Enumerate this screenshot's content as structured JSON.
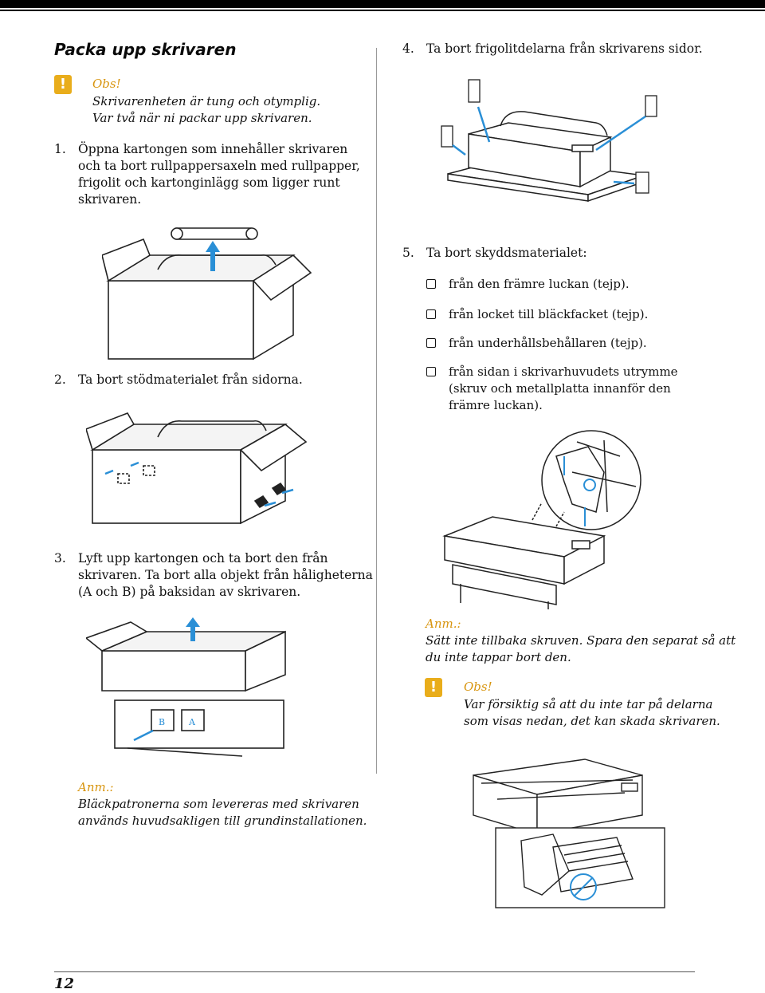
{
  "title": "Packa upp skrivaren",
  "obs_label": "Obs!",
  "anm_label": "Anm.:",
  "warning1": {
    "lines": [
      "Skrivarenheten är tung och otymplig.",
      "Var två när ni packar upp skrivaren."
    ]
  },
  "step1": {
    "num": "1.",
    "lines": [
      "Öppna kartongen som innehåller skrivaren",
      "och ta bort rullpappersaxeln med rullpapper,",
      "frigolit och kartonginlägg som ligger runt",
      "skrivaren."
    ]
  },
  "step2": {
    "num": "2.",
    "lines": [
      "Ta bort stödmaterialet från sidorna."
    ]
  },
  "step3": {
    "num": "3.",
    "lines": [
      "Lyft upp kartongen och ta bort den från",
      "skrivaren. Ta bort alla objekt från håligheterna",
      "(A och B) på baksidan av skrivaren."
    ],
    "hole_a": "A",
    "hole_b": "B"
  },
  "note1": {
    "lines": [
      "Bläckpatronerna som levereras med skrivaren",
      "används huvudsakligen till grundinstallationen."
    ]
  },
  "step4": {
    "num": "4.",
    "lines": [
      "Ta bort frigolitdelarna från skrivarens sidor."
    ]
  },
  "step5": {
    "num": "5.",
    "lines": [
      "Ta bort skyddsmaterialet:"
    ]
  },
  "bullets": [
    {
      "lines": [
        "från den främre luckan (tejp)."
      ]
    },
    {
      "lines": [
        "från locket till bläckfacket (tejp)."
      ]
    },
    {
      "lines": [
        "från underhållsbehållaren (tejp)."
      ]
    },
    {
      "lines": [
        "från sidan i skrivarhuvudets utrymme",
        "(skruv och metallplatta innanför den",
        "främre luckan)."
      ]
    }
  ],
  "note2": {
    "lines": [
      "Sätt inte tillbaka skruven. Spara den separat så att",
      "du inte tappar bort den."
    ]
  },
  "warning2": {
    "lines": [
      "Var försiktig så att du inte tar på delarna",
      "som visas nedan, det kan skada skrivaren."
    ]
  },
  "page_number": "12",
  "colors": {
    "warning_icon": "#e9ad1b",
    "note_label": "#d8950f",
    "arrow": "#2a8fd6"
  }
}
